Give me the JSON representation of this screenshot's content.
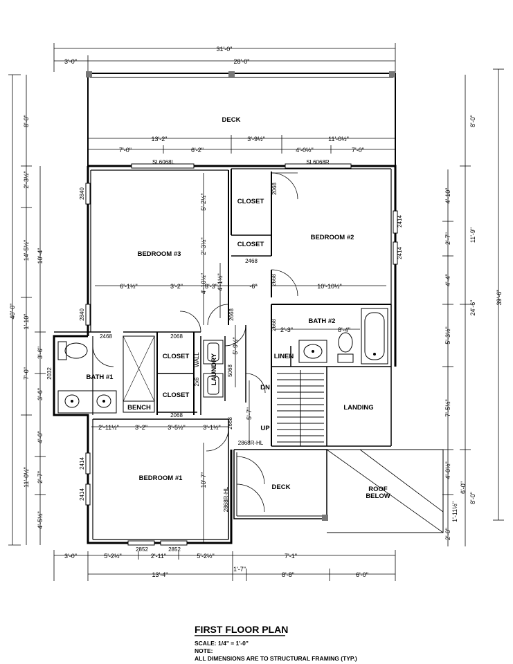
{
  "title": {
    "main": "FIRST FLOOR PLAN",
    "scale": "SCALE: 1/4\" = 1'-0\"",
    "note_label": "NOTE:",
    "note": "ALL DIMENSIONS ARE TO STRUCTURAL FRAMING (TYP.)"
  },
  "rooms": {
    "deck_top": "DECK",
    "bedroom3": "BEDROOM #3",
    "bedroom2": "BEDROOM #2",
    "closet_a": "CLOSET",
    "closet_b": "CLOSET",
    "closet_c": "CLOSET",
    "closet_d": "CLOSET",
    "bath2": "BATH #2",
    "linen": "LINEN",
    "bath1": "BATH #1",
    "bench": "BENCH",
    "laundry": "LAUNDRY",
    "wall": "WALL",
    "landing": "LANDING",
    "dn": "DN",
    "up": "UP",
    "bedroom1": "BEDROOM #1",
    "deck_bottom": "DECK",
    "roof": "ROOF",
    "below": "BELOW"
  },
  "tags": {
    "sl_left": "SL6068L",
    "sl_right": "SL6068R",
    "w2840_a": "2840",
    "w2840_b": "2840",
    "d2068_a": "2068",
    "d2068_b": "2068",
    "d2068_c": "2068",
    "d2468_a": "2468",
    "d2468_b": "2468",
    "w2414_a": "2414",
    "w2414_b": "2414",
    "w2414_c": "2414",
    "w2414_d": "2414",
    "d2668_a": "2668",
    "d2668_b": "2668",
    "d2668_c": "2668",
    "d2668_d": "2668",
    "d2032": "2032",
    "d5068": "5068",
    "d2868_a": "2868R-HL",
    "d2868_b": "2868R-HL",
    "w2852_a": "2852",
    "w2852_b": "2852",
    "d2x6": "2x6"
  },
  "dims": {
    "top_total": "31'-0\"",
    "top_left": "3'-0\"",
    "top_right": "28'-0\"",
    "deck_left": "8'-0\"",
    "deck_right": "8'-0\"",
    "a1": "13'-2\"",
    "a2": "3'-9½\"",
    "a3": "11'-0½\"",
    "b1": "7'-0\"",
    "b2": "6'-2\"",
    "b3": "4'-0½\"",
    "b4": "7'-0\"",
    "l_2_3": "2'-3½\"",
    "l_14_5": "14'-5½\"",
    "l_10_4": "10'-4\"",
    "l_40": "40'-0\"",
    "l_1_10": "1'-10\"",
    "l_3_6a": "3'-6\"",
    "l_7_0": "7'-0\"",
    "l_3_6b": "3'-6\"",
    "l_4_0": "4'-0\"",
    "l_11_0": "11'-0½\"",
    "l_2_7": "2'-7\"",
    "l_4_5": "4'-5½\"",
    "c_5_2": "5'-2½\"",
    "c_2_3": "2'-3½\"",
    "c_4_10b": "4'-10½\"",
    "c_4_1": "4'-1½\"",
    "c_5_9": "5'-9½\"",
    "c_5_7": "5'-7\"",
    "c_10_7": "10'-7\"",
    "r1_4_10": "4'-10\"",
    "r1_2_7": "2'-7\"",
    "r1_4_4": "4'-4\"",
    "r1_5_3": "5'-3½\"",
    "r1_7_5": "7'-5½\"",
    "r1_4_0": "4'-0½\"",
    "r1_1_11": "1'-11½\"",
    "r1_2_0": "2'-0\"",
    "r2_11_9": "11'-9\"",
    "r2_24_6": "24'-6\"",
    "r2_6_0": "6'-0\"",
    "r2_8_0": "8'-0\"",
    "r3_39_6": "39'-6\"",
    "h_6_1": "6'-1½\"",
    "h_3_2": "3'-2\"",
    "h_3_3": "3'-3\"",
    "h_6": "-6\"",
    "h_10_10": "10'-10½\"",
    "h_2_3": "2'-3\"",
    "h_8_4": "8'-4\"",
    "m_2_11": "2'-11½\"",
    "m_3_2": "3'-2\"",
    "m_3_5": "3'-5½\"",
    "m_3_1": "3'-1½\"",
    "bot_3_0": "3'-0\"",
    "bot_5_2a": "5'-2½\"",
    "bot_2_11": "2'-11\"",
    "bot_5_2b": "5'-2½\"",
    "bot_7_1": "7'-1\"",
    "bot_1_7": "1'-7\"",
    "bot_8_8": "8'-8\"",
    "bot_6_0": "6'-0\"",
    "bot_13_4": "13'-4\""
  }
}
